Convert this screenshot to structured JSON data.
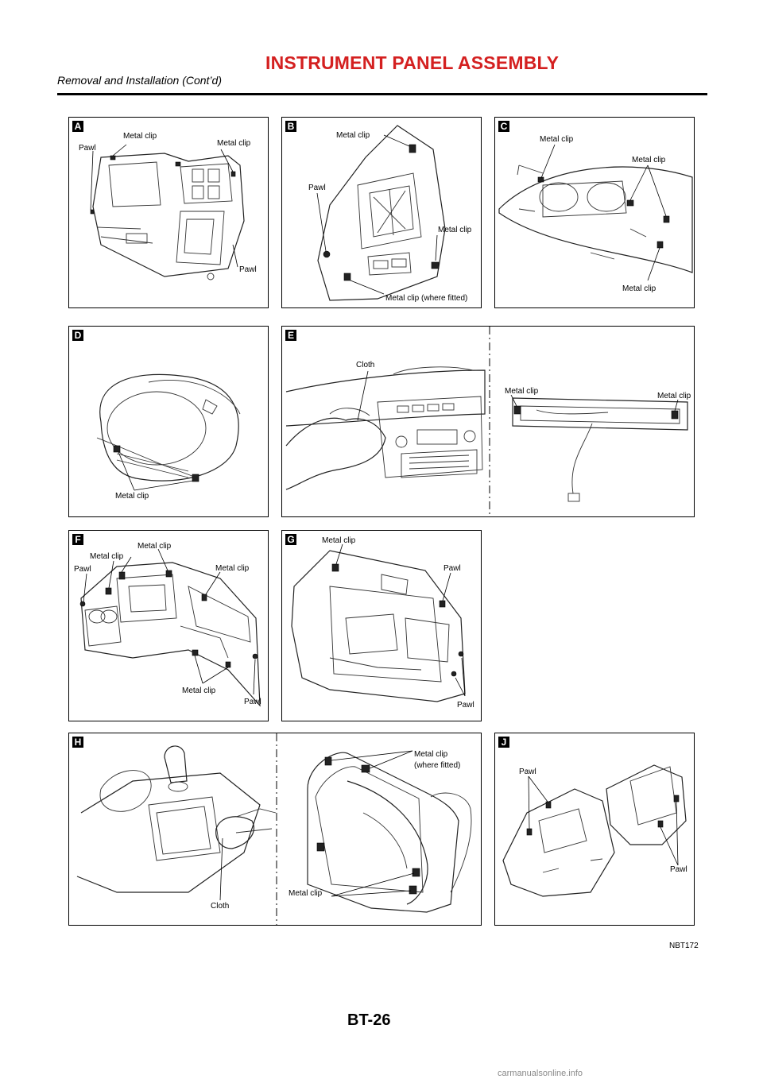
{
  "header": {
    "title": "INSTRUMENT PANEL ASSEMBLY",
    "subtitle": "Removal and Installation (Cont’d)"
  },
  "panels": {
    "A": {
      "letter": "A",
      "callouts": [
        "Metal clip",
        "Metal clip",
        "Pawl",
        "Pawl"
      ]
    },
    "B": {
      "letter": "B",
      "callouts": [
        "Metal clip",
        "Pawl",
        "Metal clip",
        "Metal clip (where fitted)"
      ]
    },
    "C": {
      "letter": "C",
      "callouts": [
        "Metal clip",
        "Metal clip",
        "Metal clip"
      ]
    },
    "D": {
      "letter": "D",
      "callouts": [
        "Metal clip"
      ]
    },
    "E": {
      "letter": "E",
      "callouts": [
        "Cloth",
        "Metal clip",
        "Metal clip"
      ]
    },
    "F": {
      "letter": "F",
      "callouts": [
        "Metal clip",
        "Metal clip",
        "Pawl",
        "Metal clip",
        "Metal clip",
        "Pawl"
      ]
    },
    "G": {
      "letter": "G",
      "callouts": [
        "Metal clip",
        "Pawl",
        "Pawl"
      ]
    },
    "H": {
      "letter": "H",
      "callouts": [
        "Cloth",
        "Metal clip",
        "(where fitted)",
        "Metal clip"
      ]
    },
    "J": {
      "letter": "J",
      "callouts": [
        "Pawl",
        "Pawl"
      ]
    }
  },
  "figure_code": "NBT172",
  "page_id": "BT-26",
  "watermark": "carmanualsonline.info"
}
